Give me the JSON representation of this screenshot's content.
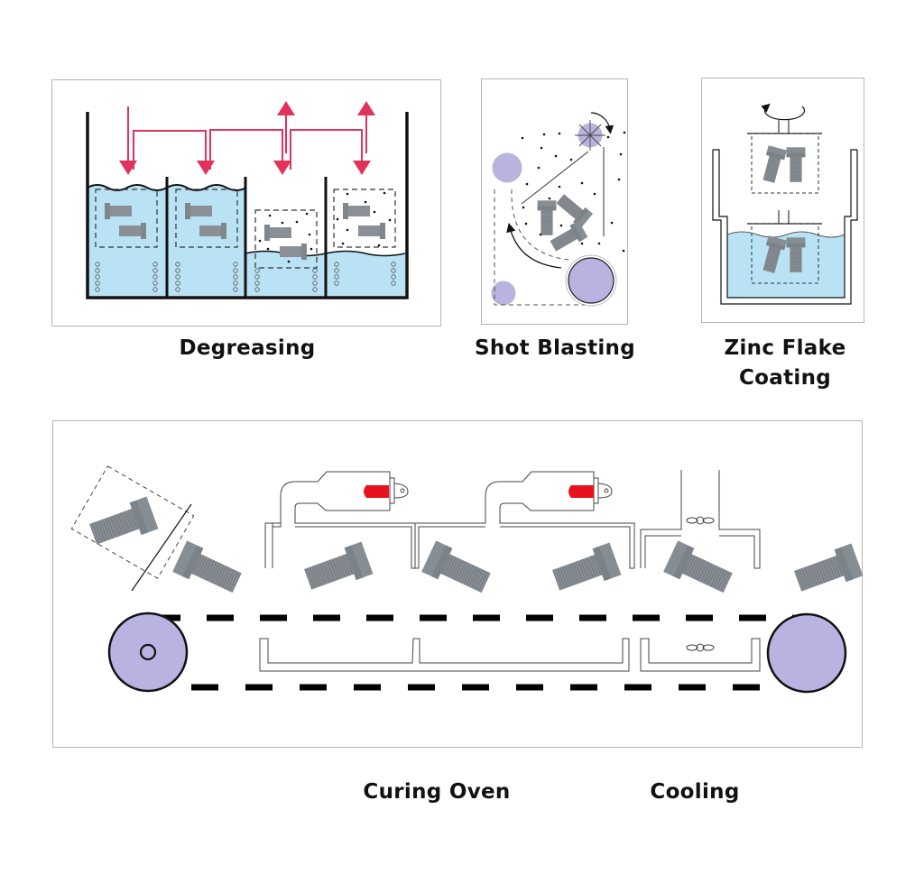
{
  "diagram": {
    "title": "Zinc flake coating process",
    "stages": [
      {
        "id": "degreasing",
        "label": "Degreasing"
      },
      {
        "id": "shot-blasting",
        "label": "Shot Blasting"
      },
      {
        "id": "zinc-flake-coating",
        "label_line1": "Zinc Flake",
        "label_line2": "Coating"
      },
      {
        "id": "curing-oven",
        "label": "Curing Oven"
      },
      {
        "id": "cooling",
        "label": "Cooling"
      }
    ],
    "colors": {
      "liquid": "#b9e3f5",
      "arrow": "#e0325a",
      "roller": "#b8b3e0",
      "bolt": "#8a9096",
      "heater": "#e8121f",
      "outline": "#111111",
      "panel_border": "#b5b5b5"
    }
  }
}
